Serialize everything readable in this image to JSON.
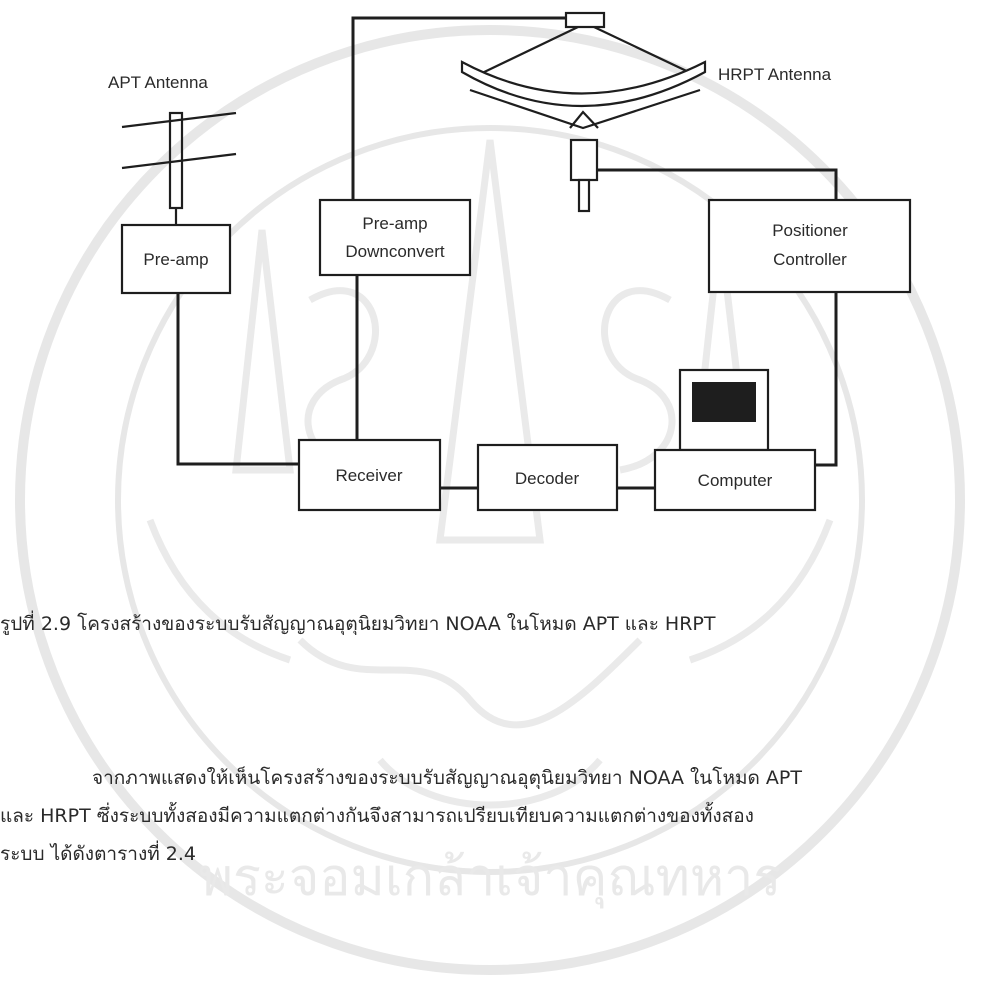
{
  "diagram": {
    "labels": {
      "apt_antenna": "APT Antenna",
      "hrpt_antenna": "HRPT Antenna",
      "preamp": "Pre-amp",
      "preamp_downconvert_line1": "Pre-amp",
      "preamp_downconvert_line2": "Downconvert",
      "positioner_line1": "Positioner",
      "positioner_line2": "Controller",
      "receiver": "Receiver",
      "decoder": "Decoder",
      "computer": "Computer"
    }
  },
  "caption": "รูปที่ 2.9 โครงสร้างของระบบรับสัญญาณอุตุนิยมวิทยา NOAA ในโหมด APT และ HRPT",
  "paragraph": {
    "line1": "จากภาพแสดงให้เห็นโครงสร้างของระบบรับสัญญาณอุตุนิยมวิทยา NOAA  ในโหมด APT",
    "line2": "และ HRPT ซึ่งระบบทั้งสองมีความแตกต่างกันจึงสามารถเปรียบเทียบความแตกต่างของทั้งสอง",
    "line3": "ระบบ ได้ดังตารางที่ 2.4"
  },
  "watermark": {
    "text": "พระจอมเกล้าเจ้าคุณทหาร"
  }
}
